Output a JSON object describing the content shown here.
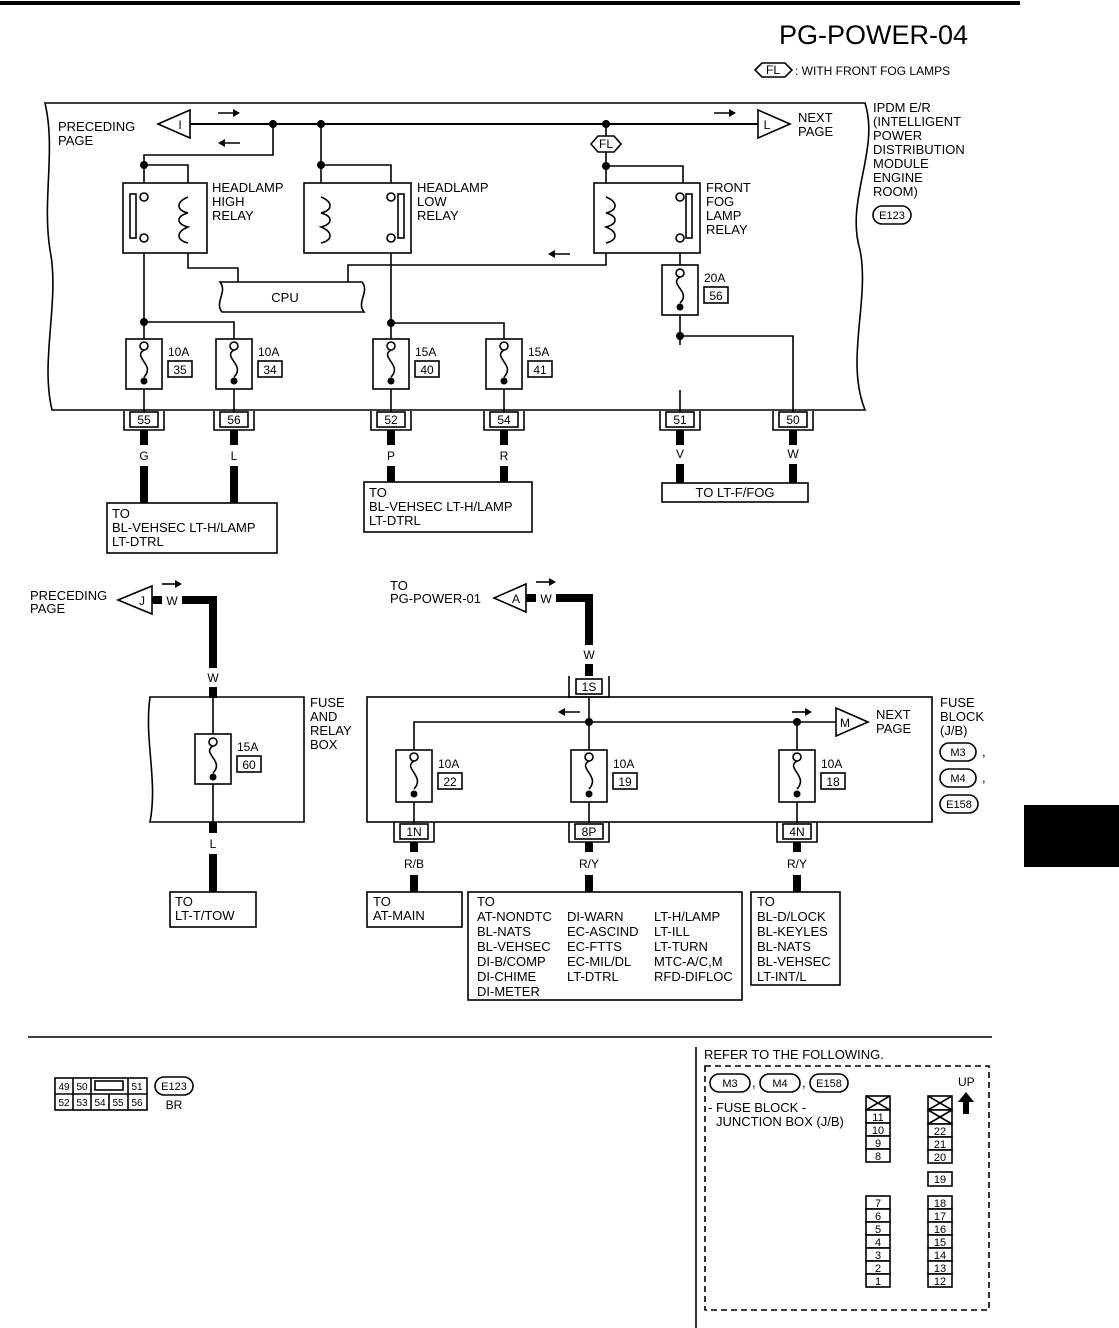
{
  "page_title": "PG-POWER-04",
  "legend": {
    "code": "FL",
    "text": ": WITH FRONT FOG LAMPS"
  },
  "ipdm": {
    "label_lines": [
      "IPDM E/R",
      "(INTELLIGENT",
      "POWER",
      "DISTRIBUTION",
      "MODULE",
      "ENGINE",
      "ROOM)"
    ],
    "connector": "E123",
    "preceding_lines": [
      "PRECEDING",
      "PAGE"
    ],
    "preceding_code": "I",
    "next_lines": [
      "NEXT",
      "PAGE"
    ],
    "next_code": "L",
    "fl_code": "FL",
    "relays": [
      {
        "lines": [
          "HEADLAMP",
          "HIGH",
          "RELAY"
        ]
      },
      {
        "lines": [
          "HEADLAMP",
          "LOW",
          "RELAY"
        ]
      },
      {
        "lines": [
          "FRONT",
          "FOG",
          "LAMP",
          "RELAY"
        ]
      }
    ],
    "cpu_label": "CPU",
    "fog_fuse": {
      "amp": "20A",
      "num": "56"
    },
    "fuses": [
      {
        "amp": "10A",
        "num": "35"
      },
      {
        "amp": "10A",
        "num": "34"
      },
      {
        "amp": "15A",
        "num": "40"
      },
      {
        "amp": "15A",
        "num": "41"
      }
    ],
    "terminals": [
      {
        "num": "55",
        "wire": "G"
      },
      {
        "num": "56",
        "wire": "L"
      },
      {
        "num": "52",
        "wire": "P"
      },
      {
        "num": "54",
        "wire": "R"
      },
      {
        "num": "51",
        "wire": "V"
      },
      {
        "num": "50",
        "wire": "W"
      }
    ],
    "dest_left": [
      "TO",
      "BL-VEHSEC  LT-H/LAMP",
      "LT-DTRL"
    ],
    "dest_mid": [
      "TO",
      "BL-VEHSEC  LT-H/LAMP",
      "LT-DTRL"
    ],
    "dest_right": "TO LT-F/FOG"
  },
  "relay_box": {
    "preceding_lines": [
      "PRECEDING",
      "PAGE"
    ],
    "preceding_code": "J",
    "wire_in": "W",
    "wire_mid": "W",
    "label_lines": [
      "FUSE",
      "AND",
      "RELAY",
      "BOX"
    ],
    "fuse": {
      "amp": "15A",
      "num": "60"
    },
    "wire_out": "L",
    "dest": [
      "TO",
      "LT-T/TOW"
    ]
  },
  "fuse_block": {
    "to_lines": [
      "TO",
      "PG-POWER-01"
    ],
    "to_code": "A",
    "wire_in": "W",
    "wire_mid": "W",
    "input_connector": "1S",
    "next_lines": [
      "NEXT",
      "PAGE"
    ],
    "next_code": "M",
    "label_lines": [
      "FUSE",
      "BLOCK",
      "(J/B)"
    ],
    "connectors": [
      "M3",
      "M4",
      "E158"
    ],
    "fuses": [
      {
        "amp": "10A",
        "num": "22",
        "terminal": "1N",
        "wire": "R/B"
      },
      {
        "amp": "10A",
        "num": "19",
        "terminal": "8P",
        "wire": "R/Y"
      },
      {
        "amp": "10A",
        "num": "18",
        "terminal": "4N",
        "wire": "R/Y"
      }
    ],
    "dest_a": [
      "TO",
      "AT-MAIN"
    ],
    "dest_b_col1": [
      "TO",
      "AT-NONDTC",
      "BL-NATS",
      "BL-VEHSEC",
      "DI-B/COMP",
      "DI-CHIME",
      "DI-METER"
    ],
    "dest_b_col2": [
      "DI-WARN",
      "EC-ASCIND",
      "EC-FTTS",
      "EC-MIL/DL",
      "LT-DTRL"
    ],
    "dest_b_col3": [
      "LT-H/LAMP",
      "LT-ILL",
      "LT-TURN",
      "MTC-A/C,M",
      "RFD-DIFLOC"
    ],
    "dest_c": [
      "TO",
      "BL-D/LOCK",
      "BL-KEYLES",
      "BL-NATS",
      "BL-VEHSEC",
      "LT-INT/L"
    ]
  },
  "connector_view": {
    "row1": [
      "49",
      "50",
      "51"
    ],
    "row2": [
      "52",
      "53",
      "54",
      "55",
      "56"
    ],
    "code": "E123",
    "color": "BR"
  },
  "refer": {
    "title": "REFER TO THE FOLLOWING.",
    "codes": [
      "M3",
      "M4",
      "E158"
    ],
    "up_label": "UP",
    "desc_lines": [
      "- FUSE BLOCK -",
      "JUNCTION BOX (J/B)"
    ],
    "col_a_top": [
      "11",
      "10",
      "9",
      "8"
    ],
    "col_a_bottom": [
      "7",
      "6",
      "5",
      "4",
      "3",
      "2",
      "1"
    ],
    "col_b_top": [
      "22",
      "21",
      "20"
    ],
    "col_b_mid": "19",
    "col_b_bottom": [
      "18",
      "17",
      "16",
      "15",
      "14",
      "13",
      "12"
    ]
  }
}
